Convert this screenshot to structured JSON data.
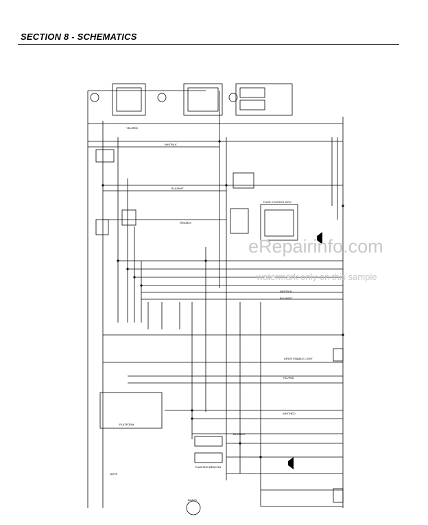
{
  "header": {
    "title": "SECTION 8 - SCHEMATICS"
  },
  "watermark": {
    "main": "eRepairinfo.com",
    "sub": "watermark only on this sample"
  },
  "diagram": {
    "labels": {
      "fuse_control_box": "FUSE CONTROL BOX",
      "platform_box": "PLATFORM",
      "black": "BLACK",
      "flashing_beacon": "FLASHING BEACON",
      "drive_enable_light": "DRIVE ENABLE LIGHT"
    },
    "colors": {
      "ink": "#000000",
      "watermark": "#c8c8c8",
      "background": "#ffffff"
    }
  }
}
